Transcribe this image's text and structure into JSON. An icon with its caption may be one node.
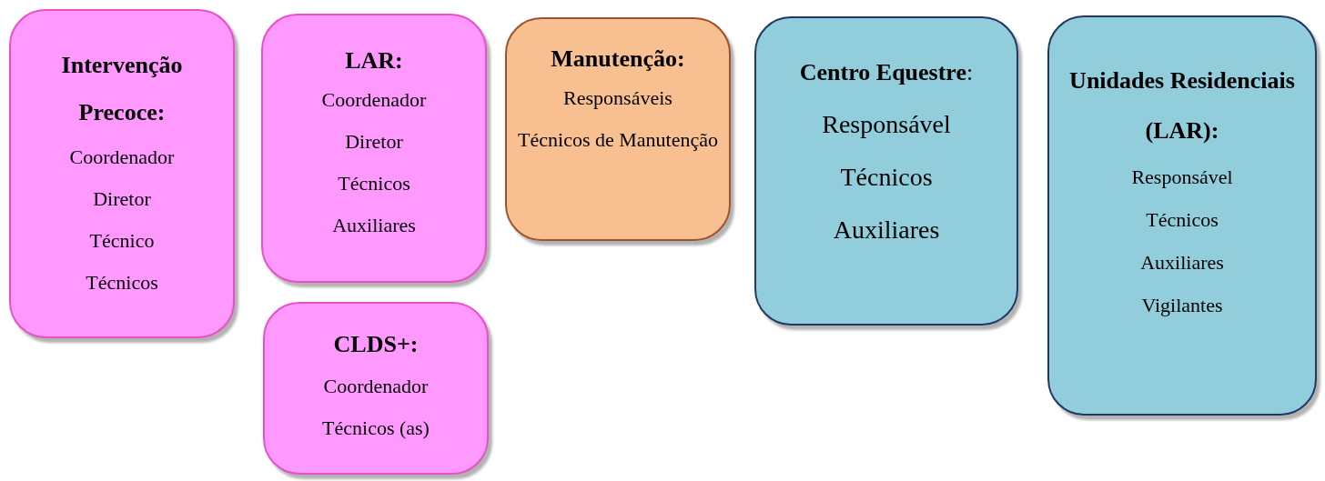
{
  "diagram": {
    "nodes": [
      {
        "text": [
          "Intervenção Precoce:",
          "Coordenador",
          "Diretor",
          "Técnico",
          "Técnicos"
        ]
      },
      {
        "text": [
          "LAR:",
          "Coordenador",
          "Diretor",
          "Técnicos",
          "Auxiliares"
        ]
      },
      {
        "text": [
          "CLDS+:",
          "Coordenador",
          "Técnicos (as)"
        ]
      },
      {
        "text": [
          "Manutenção:",
          "Responsáveis",
          "Técnicos de Manutenção"
        ]
      },
      {
        "text": [
          "**Centro Equestre**:",
          "Responsável",
          "Técnicos",
          "Auxiliares"
        ]
      },
      {
        "text": [
          "Unidades Residenciais (LAR):",
          "Responsável",
          "Técnicos",
          "Auxiliares",
          "Vigilantes"
        ]
      }
    ]
  }
}
